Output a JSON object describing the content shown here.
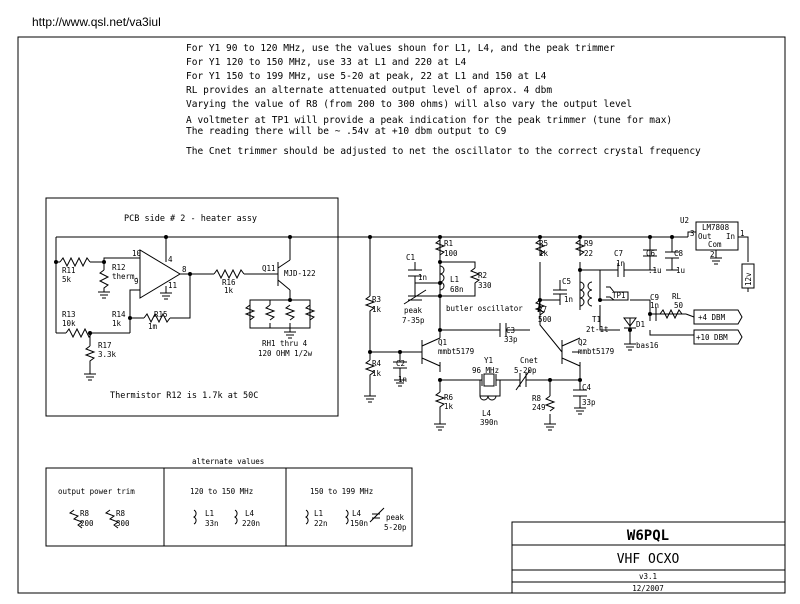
{
  "url": "http://www.qsl.net/va3iul",
  "notes": [
    "For Y1 90 to 120 MHz, use the values shoun for L1,  L4, and the peak trimmer",
    "For Y1 120 to 150 MHz, use 33 at L1 and 220 at L4",
    "For Y1 150 to 199 MHz, use 5-20 at peak, 22 at L1 and 150 at L4",
    "RL provides an alternate attenuated output level of aprox. 4 dbm",
    "Varying the value of R8 (from 200 to 300 ohms) will also vary the output level",
    "A voltmeter at TP1 will provide a peak indication for the peak trimmer (tune for max)",
    "The reading there will be ~ .54v at +10 dbm output to C9",
    "The Cnet trimmer should be adjusted to net the oscillator to the correct crystal frequency"
  ],
  "heater": {
    "title": "PCB side # 2  - heater assy",
    "thermistor_note": "Thermistor R12 is 1.7k at 50C",
    "r11": [
      "R11",
      "5k"
    ],
    "r12": [
      "R12",
      "therm."
    ],
    "r13": [
      "R13",
      "10k"
    ],
    "r14": [
      "R14",
      "1k"
    ],
    "r15": [
      "R15",
      "1m"
    ],
    "r16": [
      "R16",
      "1k"
    ],
    "r17": [
      "R17",
      "3.3k"
    ],
    "q11": "Q11",
    "q11_part": "MJD-122",
    "rh": [
      "RH1 thru 4",
      "120 OHM 1/2w"
    ],
    "pins": [
      "10",
      "9",
      "4",
      "8",
      "11"
    ]
  },
  "osc": {
    "r1": [
      "R1",
      "100"
    ],
    "c1": [
      "C1",
      "1n"
    ],
    "l1": [
      "L1",
      "68n"
    ],
    "r2": [
      "R2",
      "330"
    ],
    "peak": [
      "peak",
      "7-35p"
    ],
    "butler": "butler oscillator",
    "r3": [
      "R3",
      "1k"
    ],
    "r4": [
      "R4",
      "1k"
    ],
    "c2": [
      "C2",
      "1n"
    ],
    "c3": [
      "C3",
      "33p"
    ],
    "q1": [
      "Q1",
      "mmbt5179"
    ],
    "r6": [
      "R6",
      "1k"
    ],
    "y1": [
      "Y1",
      "96 MHz"
    ],
    "l4": [
      "L4",
      "390n"
    ],
    "cnet": [
      "Cnet",
      "5-20p"
    ],
    "r8": [
      "R8",
      "249"
    ],
    "r5": [
      "R5",
      "1k"
    ],
    "r9": [
      "R9",
      "22"
    ],
    "c5": [
      "C5",
      "1n"
    ],
    "r7": [
      "R7",
      "500"
    ],
    "q2": [
      "Q2",
      "mmbt5179"
    ],
    "c4": [
      "C4",
      "33p"
    ],
    "c7": [
      "C7",
      "1n"
    ],
    "c6": [
      "C6",
      ".1u"
    ],
    "c8": [
      "C8",
      "1u"
    ],
    "t1": [
      "T1",
      "2t-1t"
    ],
    "tp1": "TP1",
    "c9": [
      "C9",
      "1n"
    ],
    "rl": [
      "RL",
      "50"
    ],
    "d1": [
      "D1",
      "bas16"
    ],
    "out4": "+4 DBM",
    "out10": "+10 DBM",
    "u2": "U2",
    "reg": [
      "LM7808",
      "Out",
      "In",
      "Com"
    ],
    "reg_pins": [
      "3",
      "1",
      "2"
    ],
    "vin": "12v"
  },
  "alternate": {
    "title": "alternate values",
    "sections": [
      {
        "title": "output power trim",
        "parts": [
          [
            "R8",
            "200"
          ],
          [
            "R8",
            "300"
          ]
        ]
      },
      {
        "title": "120 to 150 MHz",
        "parts": [
          [
            "L1",
            "33n"
          ],
          [
            "L4",
            "220n"
          ]
        ]
      },
      {
        "title": "150 to 199 MHz",
        "parts": [
          [
            "L1",
            "22n"
          ],
          [
            "L4",
            "150n"
          ],
          [
            "peak",
            "5-20p"
          ]
        ]
      }
    ]
  },
  "titleblock": {
    "callsign": "W6PQL",
    "title": "VHF OCXO",
    "version": "v3.1",
    "date": "12/2007"
  }
}
